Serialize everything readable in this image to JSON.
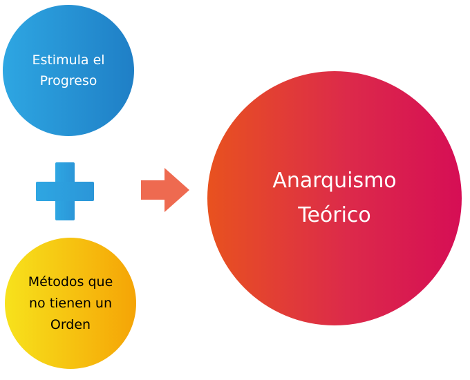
{
  "diagram": {
    "left_top_circle": {
      "text": "Estimula el Progreso",
      "color": "#2a95d8"
    },
    "left_bottom_circle": {
      "text": "Métodos que no tienen un Orden",
      "color": "#f6c40f"
    },
    "result_circle": {
      "text": "Anarquismo Teórico",
      "color": "#df3040"
    },
    "operator": {
      "icon": "plus-icon",
      "color": "#2ea6e2"
    },
    "connector": {
      "icon": "right-arrow-icon",
      "color": "#ee6a50"
    }
  }
}
